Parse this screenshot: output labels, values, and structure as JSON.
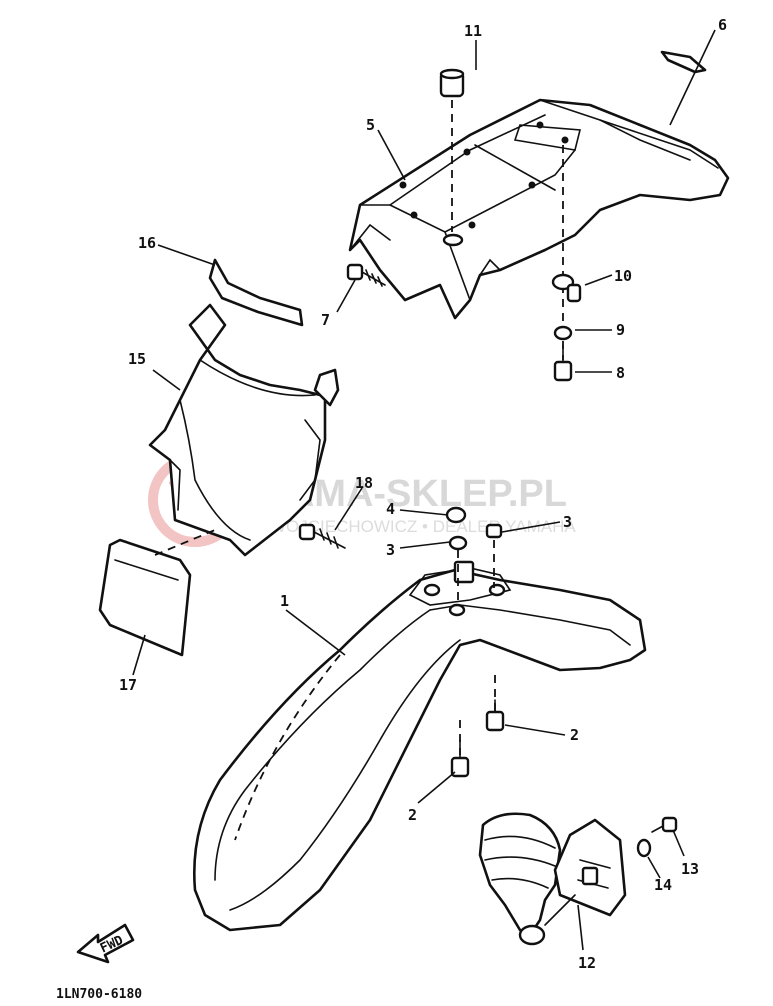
{
  "diagram_code": "1LN700-6180",
  "fwd_label": "FWD",
  "watermark": {
    "title": "YAMA-SKLEP.PL",
    "subtitle": "WOJCIECHOWICZ • DEALER YAMAHA"
  },
  "callouts": [
    {
      "id": "c1",
      "label": "1"
    },
    {
      "id": "c2a",
      "label": "2"
    },
    {
      "id": "c2b",
      "label": "2"
    },
    {
      "id": "c3a",
      "label": "3"
    },
    {
      "id": "c3b",
      "label": "3"
    },
    {
      "id": "c4",
      "label": "4"
    },
    {
      "id": "c5",
      "label": "5"
    },
    {
      "id": "c6",
      "label": "6"
    },
    {
      "id": "c7",
      "label": "7"
    },
    {
      "id": "c8",
      "label": "8"
    },
    {
      "id": "c9",
      "label": "9"
    },
    {
      "id": "c10",
      "label": "10"
    },
    {
      "id": "c11",
      "label": "11"
    },
    {
      "id": "c12",
      "label": "12"
    },
    {
      "id": "c13",
      "label": "13"
    },
    {
      "id": "c14",
      "label": "14"
    },
    {
      "id": "c15",
      "label": "15"
    },
    {
      "id": "c16",
      "label": "16"
    },
    {
      "id": "c17",
      "label": "17"
    },
    {
      "id": "c18",
      "label": "18"
    }
  ]
}
